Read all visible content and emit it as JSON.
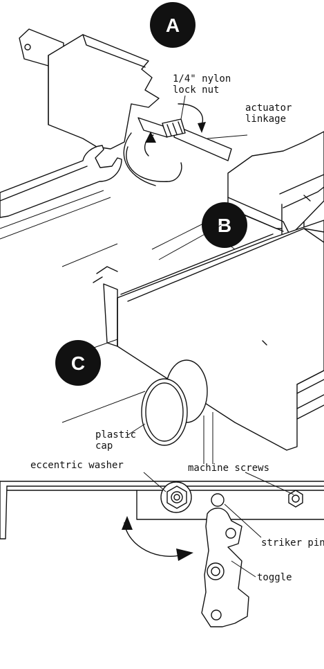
{
  "panels": {
    "top": {
      "badges": [
        {
          "id": "a",
          "letter": "A"
        },
        {
          "id": "b",
          "letter": "B"
        }
      ],
      "labels": {
        "lock_nut_line1": "1/4\" nylon",
        "lock_nut_line2": "lock nut",
        "actuator_line1": "actuator",
        "actuator_line2": "linkage"
      }
    },
    "middle": {
      "badges": [
        {
          "id": "c",
          "letter": "C"
        }
      ],
      "labels": {
        "cap_line1": "plastic",
        "cap_line2": "cap"
      }
    },
    "bottom": {
      "labels": {
        "eccentric_washer": "eccentric washer",
        "machine_screws": "machine screws",
        "striker_pin": "striker pin",
        "toggle": "toggle"
      }
    }
  },
  "colors": {
    "ink": "#111111",
    "badge_fill": "#111111",
    "badge_text": "#ffffff",
    "background": "#ffffff"
  }
}
